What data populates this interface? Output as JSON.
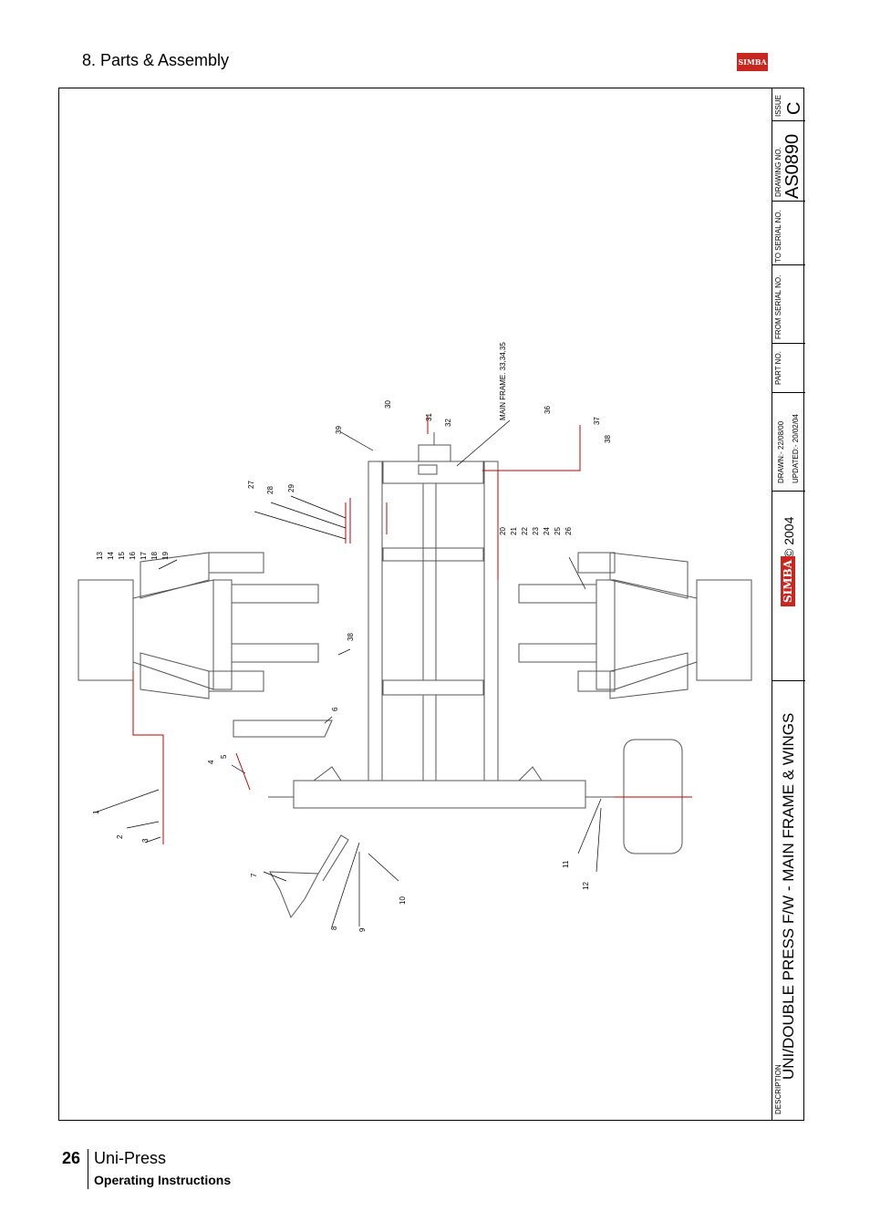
{
  "header": {
    "section_title": "8. Parts & Assembly",
    "brand": "SIMBA"
  },
  "title_block": {
    "issue_label": "ISSUE",
    "issue": "C",
    "drawing_no_label": "DRAWING NO.",
    "drawing_no": "AS0890",
    "to_serial_label": "TO SERIAL NO.",
    "from_serial_label": "FROM SERIAL NO.",
    "part_no_label": "PART NO.",
    "drawn": "DRAWN:-   22/08/00",
    "updated": "UPDATED:-  20/02/04",
    "copyright": "© 2004",
    "logo_text": "SIMBA",
    "description_label": "DESCRIPTION",
    "description": "UNI/DOUBLE PRESS F/W - MAIN FRAME & WINGS"
  },
  "callouts": {
    "main_frame": "MAIN FRAME. 33,34,35",
    "n1": "1",
    "n2": "2",
    "n3": "3",
    "n4": "4",
    "n5": "5",
    "n6": "6",
    "n7": "7",
    "n8": "8",
    "n9": "9",
    "n10": "10",
    "n11": "11",
    "n12": "12",
    "n13": "13",
    "n14": "14",
    "n15": "15",
    "n16": "16",
    "n17": "17",
    "n18": "18",
    "n19": "19",
    "n20": "20",
    "n21": "21",
    "n22": "22",
    "n23": "23",
    "n24": "24",
    "n25": "25",
    "n26": "26",
    "n27": "27",
    "n28": "28",
    "n29": "29",
    "n30": "30",
    "n31": "31",
    "n32": "32",
    "n36": "36",
    "n37": "37",
    "n38a": "38",
    "n38b": "38",
    "n39": "39"
  },
  "footer": {
    "page_number": "26",
    "product": "Uni-Press",
    "doc_type": "Operating Instructions"
  }
}
